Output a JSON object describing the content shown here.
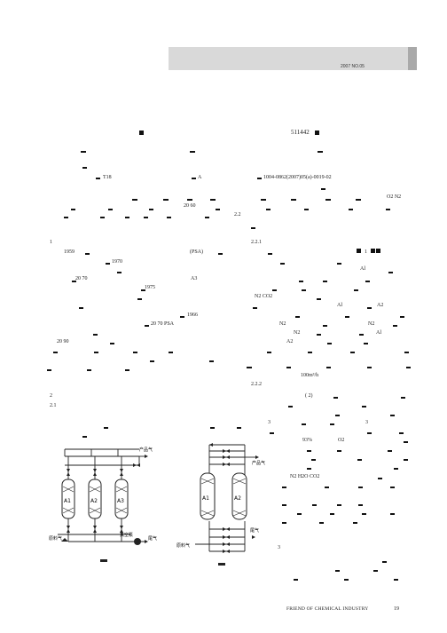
{
  "header": {
    "running_text": "2007 NO.05"
  },
  "body_text": {
    "postcode": "511442",
    "col1_t18": "T18",
    "col1_a": "A",
    "doc_id": "1004-0862(2007)05(a)-0019-02",
    "col2_o2_n2": "O2  N2",
    "nums_20_60": "20   60",
    "sec_2_2": "2.2",
    "sec_1": "1",
    "sec_2_2_1": "2.2.1",
    "year_1959": "1959",
    "psa_1": "(PSA)",
    "year_1970": "1970",
    "num_2_1": "1",
    "nums_20_70": "20     70",
    "al_1": "Al",
    "a3": "A3",
    "year_1975": "1975",
    "n2_co2": "N2   CO2",
    "al_2": "Al",
    "a2_1": "A2",
    "year_1966": "1966",
    "psa_2": "20     70     PSA",
    "n2_1": "N2",
    "n2_2": "N2",
    "n2_3": "N2",
    "al_3": "Al",
    "nums_20_90": "20     90",
    "a2_2": "A2",
    "flow": "100m³/h",
    "sec_2_2_2": "2.2.2",
    "sec_2": "2",
    "paren_2": "(  2)",
    "sec_2_1": "2.1",
    "num_3a": "3",
    "num_3b": "3",
    "percent": "93%",
    "o2": "O2",
    "n2_h2o_co2": "N2   H2O  CO2",
    "sec_3": "3",
    "footer": "FRIEND OF CHEMICAL INDUSTRY",
    "page_number": "19"
  },
  "figure1": {
    "labels": [
      "A1",
      "A2",
      "A3"
    ],
    "product_gas": "产品气",
    "feed_gas": "原料气",
    "vacuum_pump": "真空泵",
    "tail_gas": "尾气"
  },
  "figure2": {
    "labels": [
      "A1",
      "A2"
    ],
    "product_gas": "产品气",
    "feed_gas": "原料气",
    "tail_gas": "尾气"
  }
}
